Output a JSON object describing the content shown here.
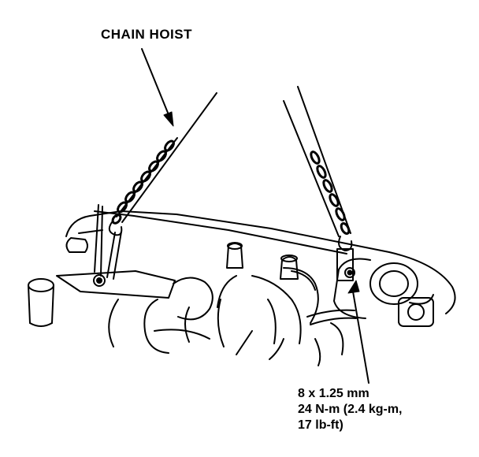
{
  "labels": {
    "chain_hoist": "CHAIN HOIST",
    "bolt_spec": {
      "size": "8 x 1.25 mm",
      "torque_line1": "24 N-m (2.4 kg-m,",
      "torque_line2": "17 lb-ft)"
    }
  },
  "colors": {
    "ink": "#000000",
    "paper": "#ffffff"
  }
}
